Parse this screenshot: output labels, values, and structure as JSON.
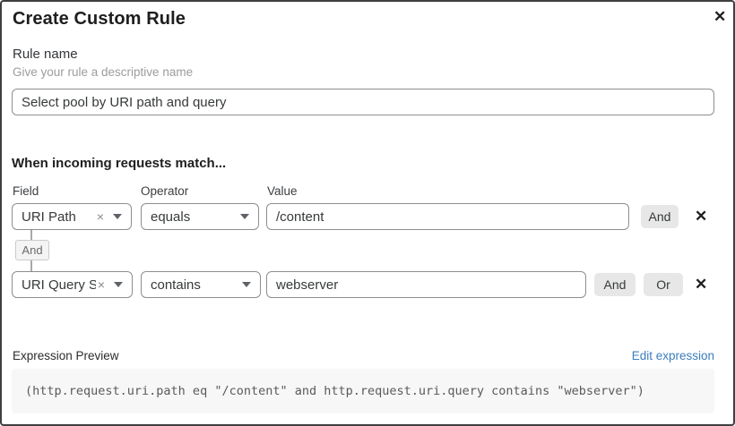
{
  "modal": {
    "title": "Create Custom Rule"
  },
  "icons": {
    "close": "✕",
    "remove": "✕",
    "clear": "×"
  },
  "rule_name": {
    "label": "Rule name",
    "hint": "Give your rule a descriptive name",
    "value": "Select pool by URI path and query"
  },
  "match_section": {
    "heading": "When incoming requests match...",
    "columns": {
      "field": "Field",
      "operator": "Operator",
      "value": "Value"
    },
    "connector_label": "And",
    "rows": [
      {
        "field": "URI Path",
        "operator": "equals",
        "value": "/content",
        "and_label": "And"
      },
      {
        "field": "URI Query St...",
        "operator": "contains",
        "value": "webserver",
        "and_label": "And",
        "or_label": "Or"
      }
    ]
  },
  "expression": {
    "label": "Expression Preview",
    "edit_link": "Edit expression",
    "code": "(http.request.uri.path eq \"/content\" and http.request.uri.query contains \"webserver\")"
  },
  "colors": {
    "link": "#3b7dbd",
    "button_bg": "#e7e7e7",
    "code_bg": "#f7f7f7"
  }
}
